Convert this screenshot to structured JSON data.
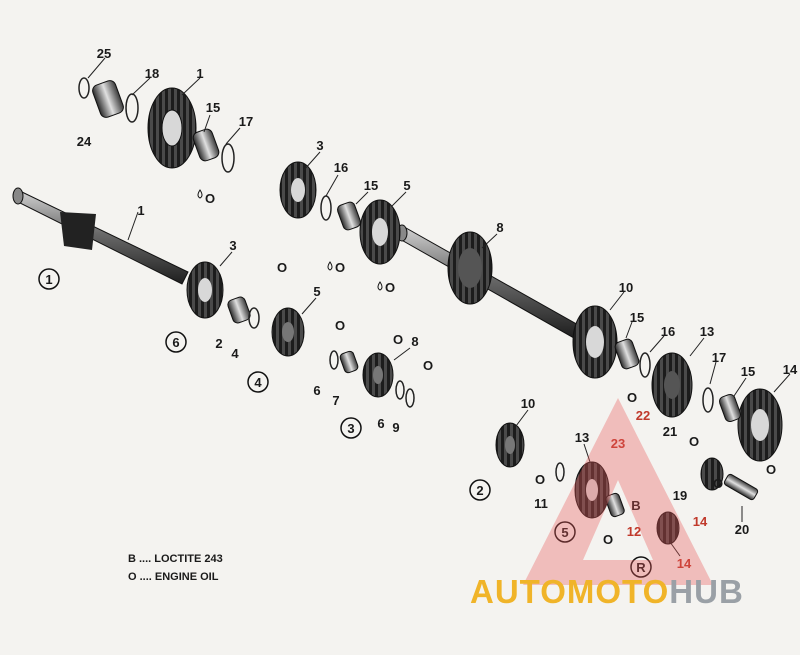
{
  "callouts": {
    "n25": "25",
    "n18": "18",
    "n1a": "1",
    "n24": "24",
    "n15a": "15",
    "n17a": "17",
    "n3a": "3",
    "n16a": "16",
    "n15b": "15",
    "n5a": "5",
    "n1b": "1",
    "n8a": "8",
    "n3b": "3",
    "n6a": "6",
    "n2a": "2",
    "n4a": "4",
    "n5b": "5",
    "n4b": "4",
    "n8b": "8",
    "n6b": "6",
    "n7a": "7",
    "n6c": "6",
    "n9a": "9",
    "n10a": "10",
    "n15c": "15",
    "n16b": "16",
    "n13a": "13",
    "n17b": "17",
    "n15d": "15",
    "n14a": "14",
    "n10b": "10",
    "n2b": "2",
    "n11a": "11",
    "n13b": "13",
    "n22": "22",
    "n23": "23",
    "n21": "21",
    "n19": "19",
    "n14b": "14",
    "n20": "20",
    "n12": "12",
    "n5c": "5",
    "n14c": "14",
    "bLabel": "B",
    "oChar": "O"
  },
  "circled": {
    "c1": "1",
    "c6": "6",
    "c4": "4",
    "c3": "3",
    "c2": "2",
    "c5": "5",
    "cR": "R"
  },
  "legend": {
    "line1": "B .... LOCTITE 243",
    "line2": "O .... ENGINE OIL"
  },
  "watermark": {
    "part1": "AUTOMOTO",
    "part2": "HUB",
    "color1": "#f0b429",
    "color2": "#9aa0a6",
    "triangle_color": "#e85a5a"
  }
}
